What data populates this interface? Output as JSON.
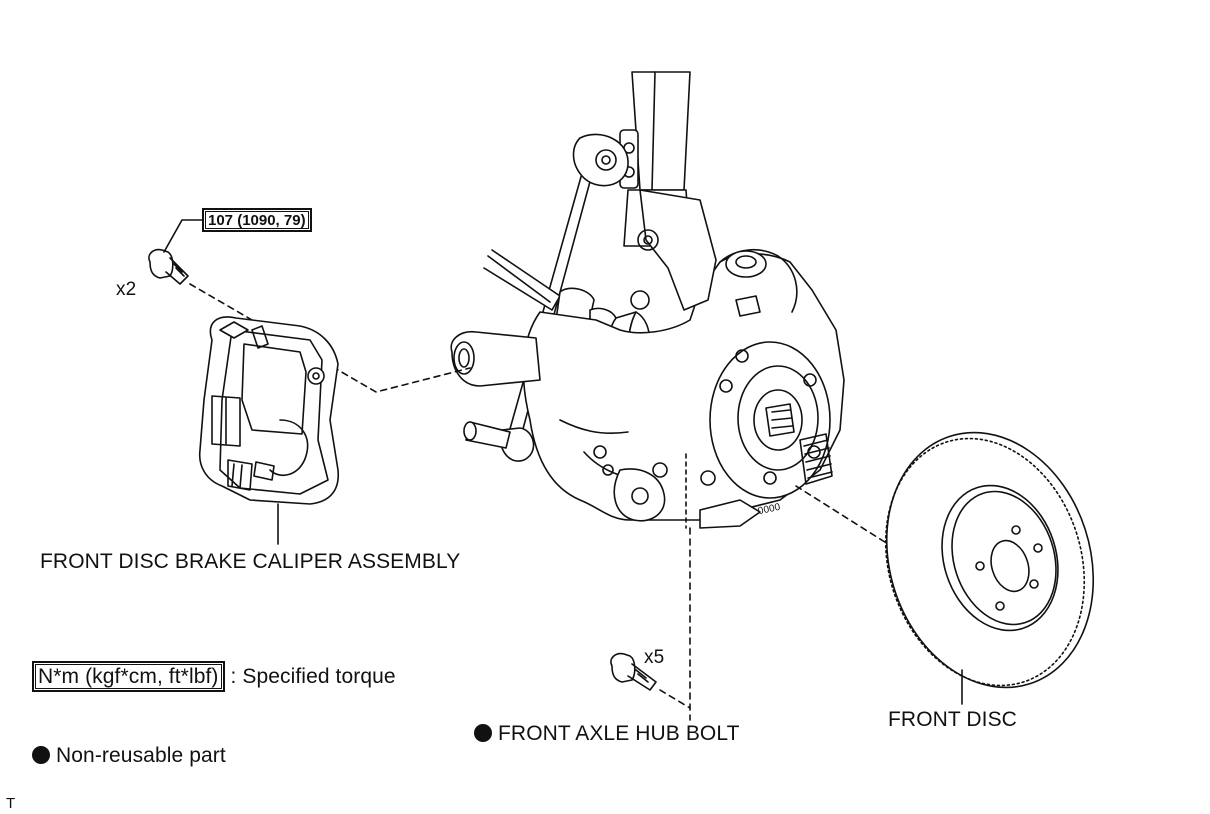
{
  "parts": {
    "caliper": "FRONT DISC BRAKE CALIPER ASSEMBLY",
    "disc": "FRONT DISC",
    "hub_bolt": "FRONT AXLE HUB BOLT"
  },
  "torque": {
    "caliper_bolt": "107 (1090, 79)"
  },
  "quantities": {
    "caliper_bolt": "x2",
    "hub_bolt": "x5"
  },
  "legend": {
    "torque_unit": "N*m (kgf*cm, ft*lbf)",
    "torque_desc": ": Specified torque",
    "non_reusable": "Non-reusable part"
  },
  "footer_mark": "T",
  "knuckle_stamp": "0000"
}
